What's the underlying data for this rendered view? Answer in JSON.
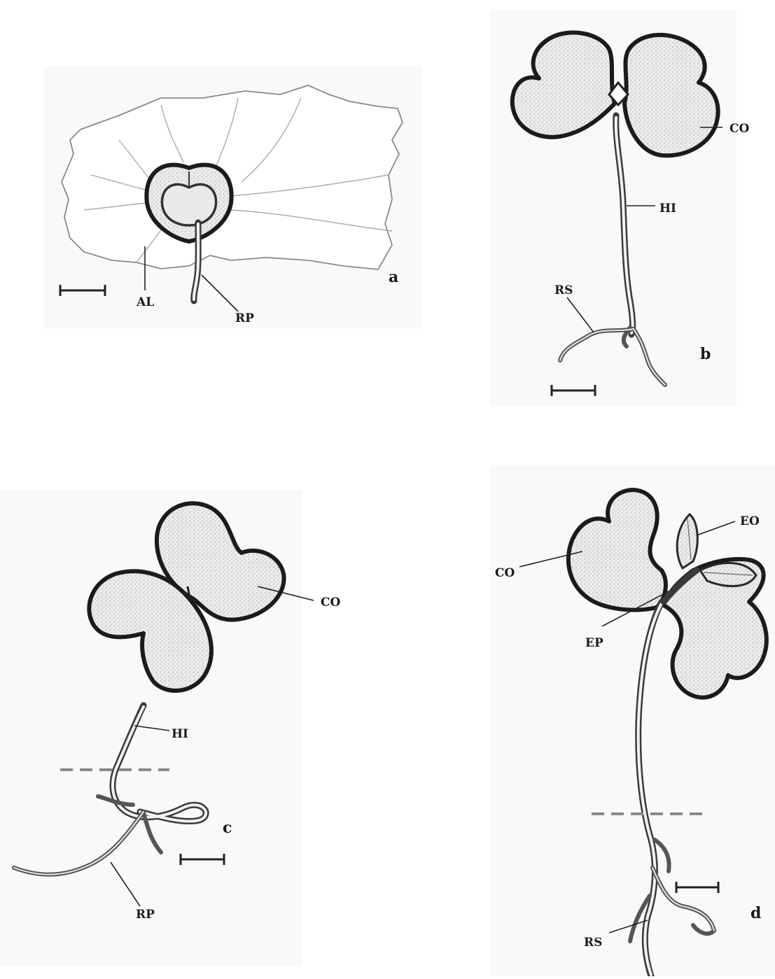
{
  "panels": [
    {
      "letter": "a",
      "labels": [
        "AL",
        "RP"
      ]
    },
    {
      "letter": "b",
      "labels": [
        "CO",
        "HI",
        "RS"
      ]
    },
    {
      "letter": "c",
      "labels": [
        "CO",
        "HI",
        "RP"
      ]
    },
    {
      "letter": "d",
      "labels": [
        "EO",
        "CO",
        "EP",
        "RS"
      ]
    }
  ]
}
